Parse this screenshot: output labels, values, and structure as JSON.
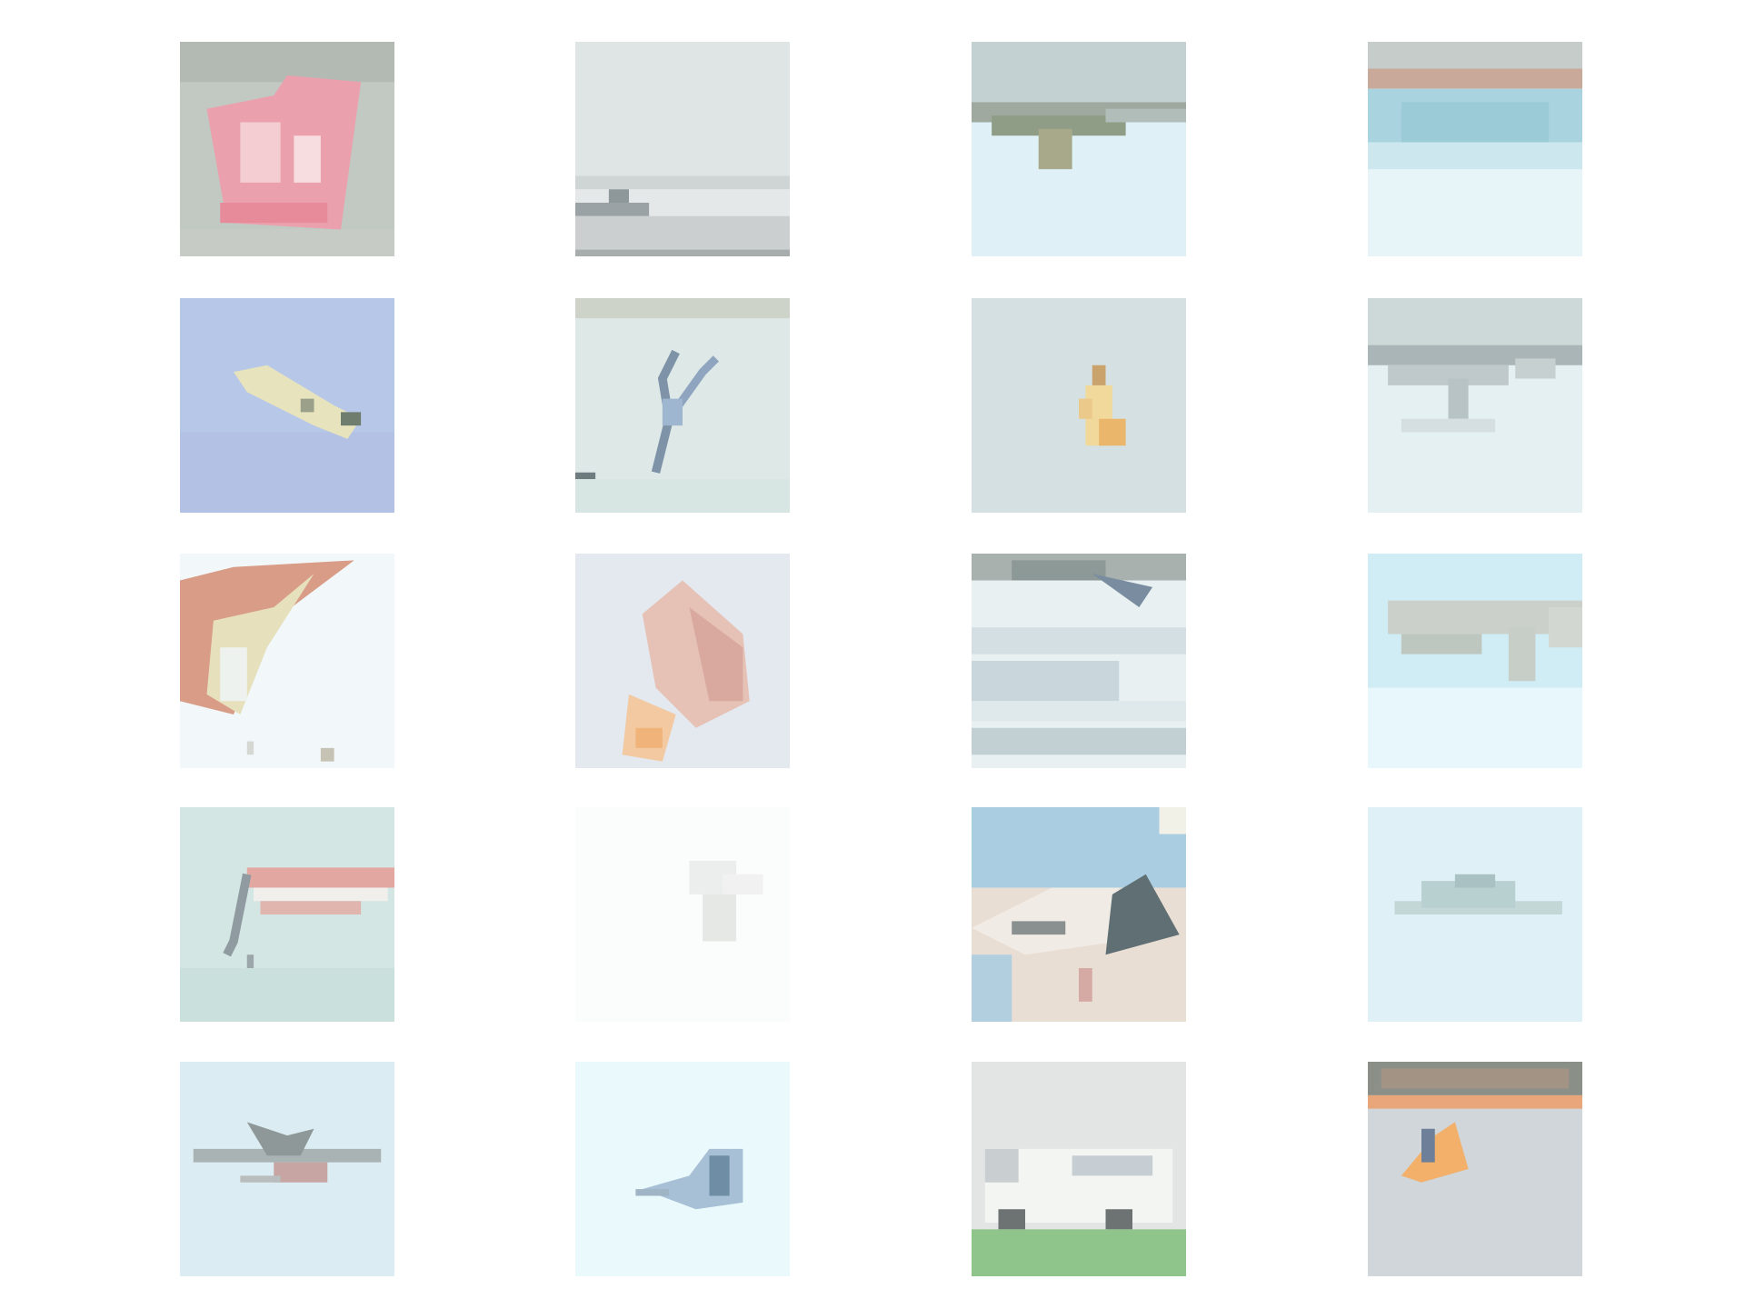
{
  "grid": {
    "rows": 5,
    "columns": 4,
    "tiles": [
      {
        "id": "r1c1",
        "subject": "red-object-on-grey",
        "palette": [
          "#bfc5bf",
          "#e9a8b2",
          "#f3c6cc"
        ]
      },
      {
        "id": "r1c2",
        "subject": "ship-on-sea",
        "palette": [
          "#dde3e4",
          "#c9cdcd",
          "#9aa3a6"
        ]
      },
      {
        "id": "r1c3",
        "subject": "inverted-landscape",
        "palette": [
          "#c4d2d3",
          "#dff1f6",
          "#8e9e7e"
        ]
      },
      {
        "id": "r1c4",
        "subject": "inverted-harbor",
        "palette": [
          "#c7cfcd",
          "#a5d2dd",
          "#e6f4f8"
        ]
      },
      {
        "id": "r2c1",
        "subject": "plane-in-blue-sky",
        "palette": [
          "#b6c6e8",
          "#e6e2bc",
          "#7d8a7a"
        ]
      },
      {
        "id": "r2c2",
        "subject": "bird-silhouette",
        "palette": [
          "#dbe7e6",
          "#cdd3c9",
          "#8ea4bf"
        ]
      },
      {
        "id": "r2c3",
        "subject": "yellow-figure",
        "palette": [
          "#d5e1e2",
          "#f0d79a",
          "#e7b56a"
        ]
      },
      {
        "id": "r2c4",
        "subject": "inverted-street",
        "palette": [
          "#d3dddd",
          "#b9c4c7",
          "#e4f0f2"
        ]
      },
      {
        "id": "r3c1",
        "subject": "closeup-object",
        "palette": [
          "#f2f8fa",
          "#d89a85",
          "#e6e0bc"
        ]
      },
      {
        "id": "r3c2",
        "subject": "orange-bird",
        "palette": [
          "#e4e8ef",
          "#f0c6a6",
          "#dba9a0"
        ]
      },
      {
        "id": "r3c3",
        "subject": "water-scene",
        "palette": [
          "#e7eff1",
          "#c9d7dc",
          "#8c9a96"
        ]
      },
      {
        "id": "r3c4",
        "subject": "plane-on-ground",
        "palette": [
          "#c9e8f1",
          "#d5dad3",
          "#e9f7fb"
        ]
      },
      {
        "id": "r4c1",
        "subject": "red-white-structure",
        "palette": [
          "#d2e4e3",
          "#e5a8a2",
          "#9aa7a9"
        ]
      },
      {
        "id": "r4c2",
        "subject": "faint-shape",
        "palette": [
          "#fbfcfc",
          "#eef0ef",
          "#e4e6e4"
        ]
      },
      {
        "id": "r4c3",
        "subject": "beach-scene",
        "palette": [
          "#aacde2",
          "#e9ddd4",
          "#5f6f73"
        ]
      },
      {
        "id": "r4c4",
        "subject": "aircraft-low",
        "palette": [
          "#dff1f7",
          "#c5d9d9",
          "#a9c1c2"
        ]
      },
      {
        "id": "r5c1",
        "subject": "jet-in-flight",
        "palette": [
          "#dbedf2",
          "#8f9898",
          "#c6a5a2"
        ]
      },
      {
        "id": "r5c2",
        "subject": "small-plane",
        "palette": [
          "#eafafc",
          "#a6bfd4",
          "#6f8ea6"
        ]
      },
      {
        "id": "r5c3",
        "subject": "white-truck",
        "palette": [
          "#e2e5e4",
          "#f2f5f2",
          "#8fc58a"
        ]
      },
      {
        "id": "r5c4",
        "subject": "inverted-orange-object",
        "palette": [
          "#cfd5d8",
          "#f2b06b",
          "#8a8f88"
        ]
      }
    ]
  }
}
